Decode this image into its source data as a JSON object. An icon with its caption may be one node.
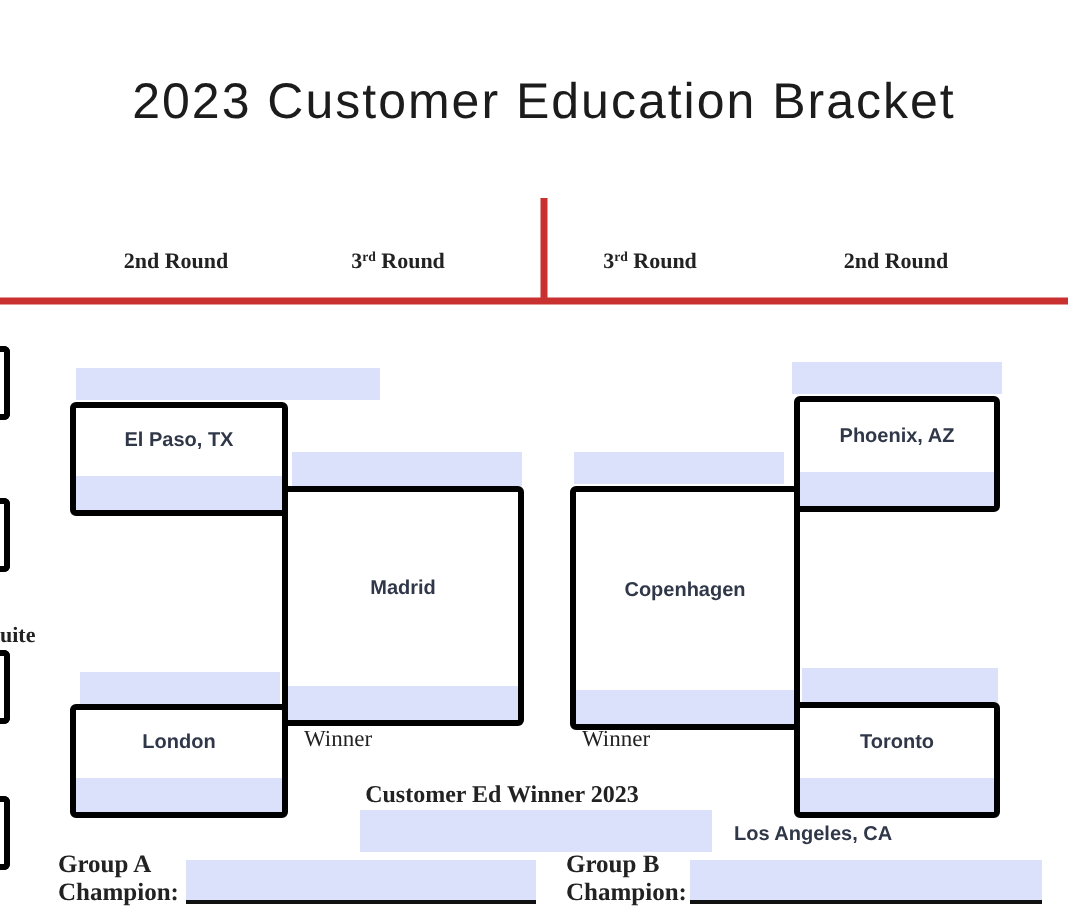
{
  "diagram": {
    "title": "2023 Customer Education Bracket",
    "nodes": [
      {
        "text": [],
        "shape": "box"
      },
      {
        "text": [],
        "shape": "box"
      },
      {
        "text": [],
        "shape": "box"
      },
      {
        "text": [],
        "shape": "box"
      },
      {
        "text": [
          "El Paso, TX"
        ]
      },
      {
        "text": [
          "Madrid"
        ],
        "beside": [
          "Winner"
        ]
      },
      {
        "text": [
          "London"
        ]
      },
      {
        "text": [
          "Phoenix, AZ"
        ]
      },
      {
        "text": [
          "Copenhagen"
        ],
        "beside": [
          "Winner"
        ]
      },
      {
        "text": [
          "Toronto"
        ]
      }
    ],
    "labels": [
      "2nd Round",
      "3$^{rd}$ Round",
      "3$^{rd}$ Round",
      "2nd Round",
      "uite",
      "Customer Ed Winner 2023",
      "Los Angeles, CA",
      "Group A Champion:",
      "Group B Champion:"
    ]
  }
}
